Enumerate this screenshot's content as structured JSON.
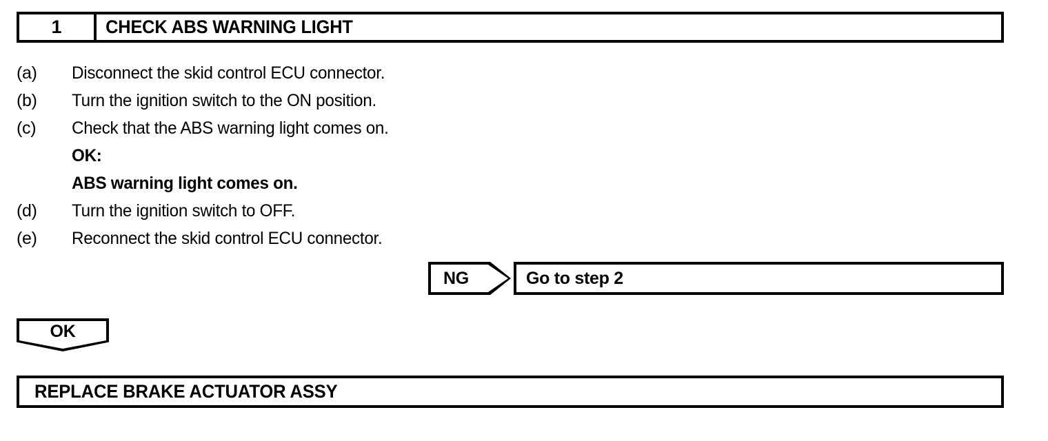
{
  "step_header": {
    "number": "1",
    "title": "CHECK ABS WARNING LIGHT"
  },
  "instructions": [
    {
      "label": "(a)",
      "text": "Disconnect the skid control ECU connector.",
      "bold": false,
      "indented": false
    },
    {
      "label": "(b)",
      "text": "Turn the ignition switch to the ON position.",
      "bold": false,
      "indented": false
    },
    {
      "label": "(c)",
      "text": "Check that the ABS warning light comes on.",
      "bold": false,
      "indented": false
    },
    {
      "label": "",
      "text": "OK:",
      "bold": true,
      "indented": true
    },
    {
      "label": "",
      "text": "ABS warning light comes on.",
      "bold": true,
      "indented": true
    },
    {
      "label": "(d)",
      "text": "Turn the ignition switch to OFF.",
      "bold": false,
      "indented": false
    },
    {
      "label": "(e)",
      "text": "Reconnect the skid control ECU connector.",
      "bold": false,
      "indented": false
    }
  ],
  "ng_branch": {
    "badge_label": "NG",
    "action_label": "Go to step 2"
  },
  "ok_branch": {
    "badge_label": "OK"
  },
  "result": {
    "label": "REPLACE BRAKE ACTUATOR ASSY"
  },
  "colors": {
    "ink": "#000000",
    "background": "#ffffff"
  }
}
